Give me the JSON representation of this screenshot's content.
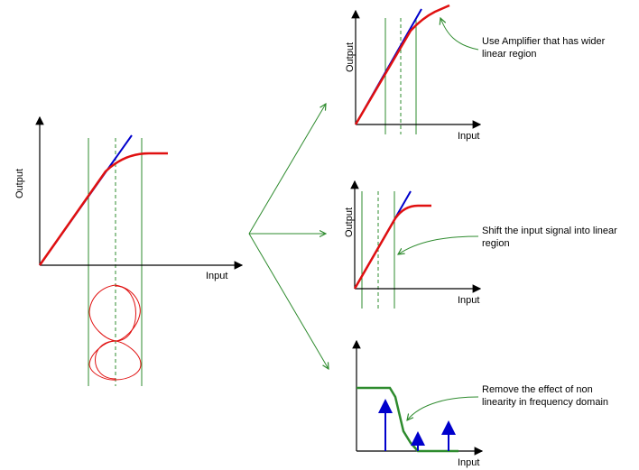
{
  "colors": {
    "axis": "#000000",
    "linear": "#0000cc",
    "response": "#e01010",
    "guide": "#2e8b2e",
    "filter": "#2e8b2e",
    "spectrum": "#0000cc",
    "arrow": "#2e8b2e"
  },
  "main": {
    "xlabel": "Input",
    "ylabel": "Output"
  },
  "panel_top": {
    "xlabel": "Input",
    "ylabel": "Output",
    "note_line1": "Use Amplifier that has wider",
    "note_line2": "linear region"
  },
  "panel_mid": {
    "xlabel": "Input",
    "ylabel": "Output",
    "note_line1": "Shift the input signal into linear",
    "note_line2": "region"
  },
  "panel_bottom": {
    "xlabel": "Input",
    "note_line1": "Remove the effect of non",
    "note_line2": "linearity in frequency domain"
  }
}
